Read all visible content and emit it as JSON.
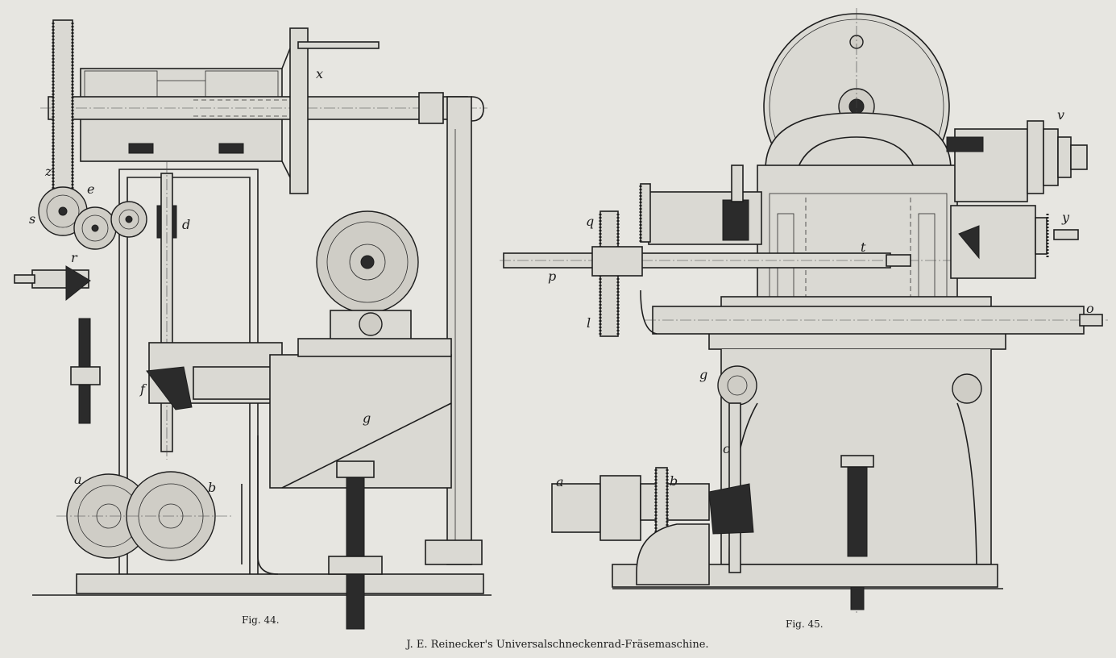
{
  "figure_44": {
    "caption": "Fig. 44.",
    "labels": {
      "z": "z",
      "e": "e",
      "s": "s",
      "r": "r",
      "d": "d",
      "x": "x",
      "f": "f",
      "g": "g",
      "a": "a",
      "b": "b"
    }
  },
  "figure_45": {
    "caption": "Fig. 45.",
    "labels": {
      "v": "v",
      "q": "q",
      "y": "y",
      "t": "t",
      "p": "p",
      "l": "l",
      "o": "o",
      "g": "g",
      "c": "c",
      "a": "a",
      "b": "b"
    }
  },
  "plate_title": "J. E. Reinecker's Universalschneckenrad-Fräsemaschine."
}
